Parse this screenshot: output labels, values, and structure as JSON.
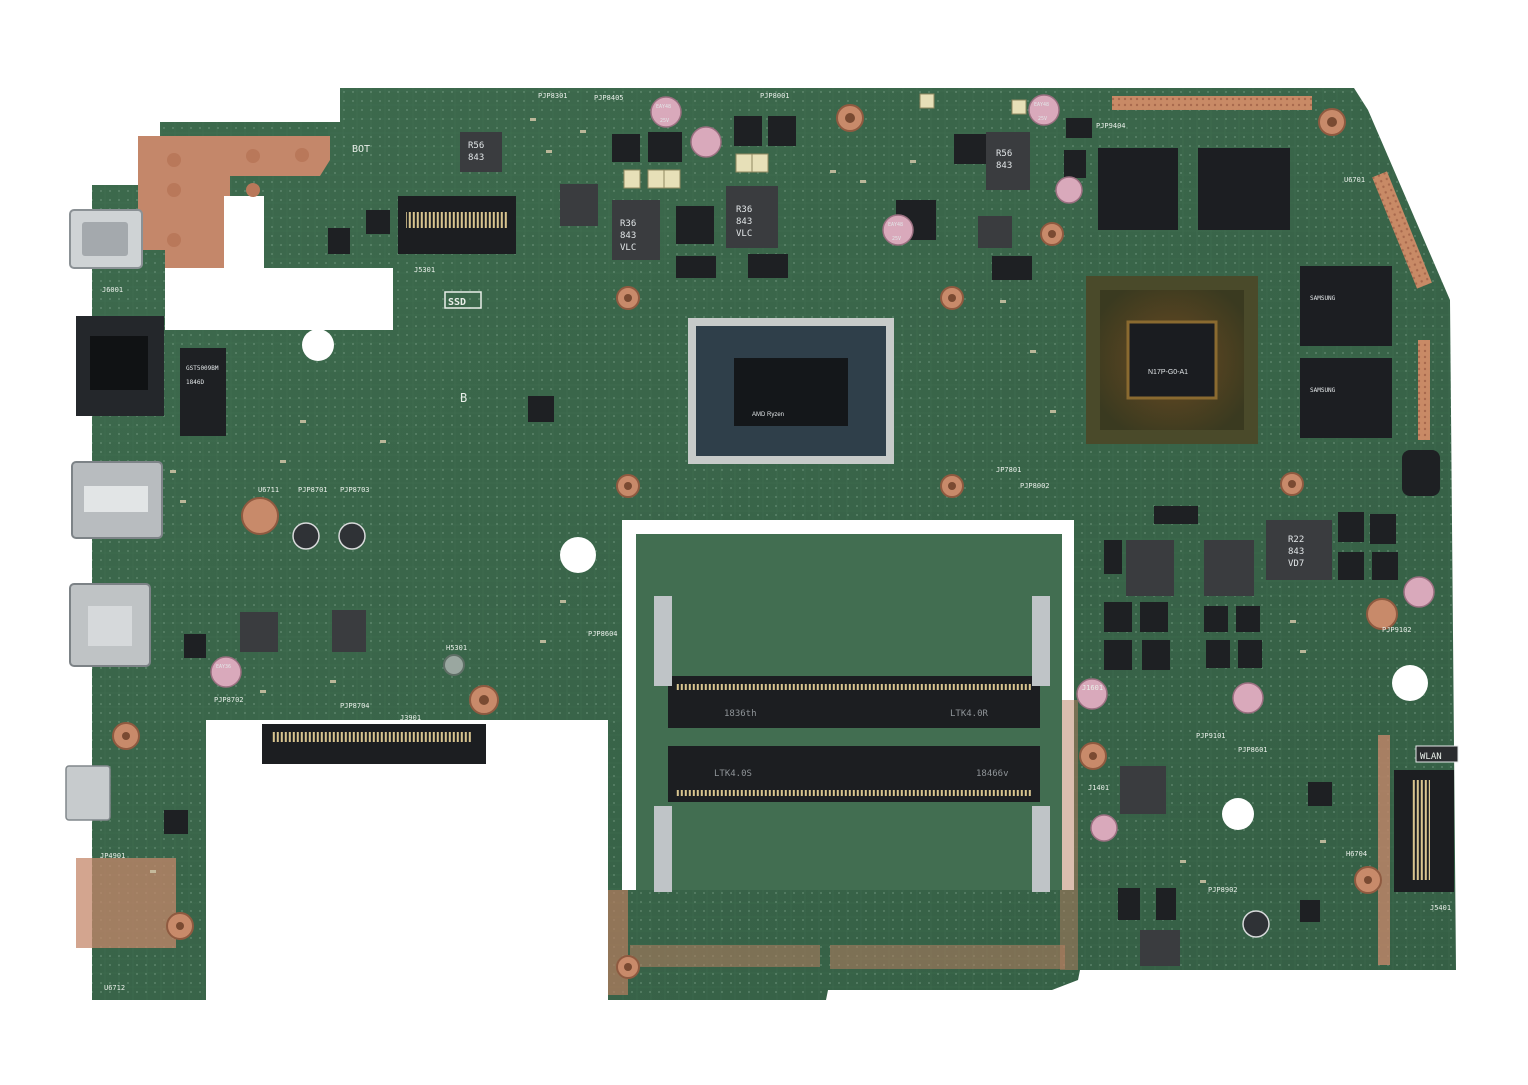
{
  "colors": {
    "pcb": "#3e6a4e",
    "pcb_dark": "#2f5a40",
    "copper": "#c4886a",
    "chip": "#1d2024",
    "background": "#ffffff"
  },
  "board": {
    "labels": {
      "bot": "BOT",
      "ssd": "SSD",
      "wlan": "WLAN",
      "b": "B",
      "gpu_part": "N17P-G0-A1",
      "inductor_r56": "R56",
      "inductor_r36": "R36",
      "inductor_r22": "R22",
      "inductor_code_843": "843",
      "inductor_code_vlc": "VLC",
      "inductor_code_vd7": "VD7",
      "cap_eay48": "EAY48",
      "cap_25v": "25V",
      "cap_eay36": "EAY36",
      "ram_brand": "SAMSUNG",
      "dimm_top_left": "1836th",
      "dimm_top_right": "LTK4.0R",
      "dimm_bot_left": "LTK4.0S",
      "dimm_bot_right": "18466v",
      "lan_chip": "GST5009BM",
      "lan_chip_code": "1846D",
      "cpu_brand": "AMD Ryzen",
      "conn_j6001": "J6001",
      "conn_j5301": "J5301",
      "conn_jp4901": "JP4901",
      "conn_u6712": "U6712",
      "conn_j3901": "J3901",
      "conn_j1601": "J1601",
      "conn_j1401": "J1401",
      "conn_j5401": "J5401",
      "conn_h5301": "H5301",
      "test_pjp8002": "PJP8002",
      "test_pjp9101": "PJP9101",
      "test_pjp9102": "PJP9102",
      "test_pjp8601": "PJP8601",
      "test_pjp8902": "PJP8902",
      "test_pjp8604": "PJP8604",
      "test_pjp8701": "PJP8701",
      "test_pjp8703": "PJP8703",
      "test_pjp8702": "PJP8702",
      "test_pjp8704": "PJP8704",
      "test_pjp9404": "PJP9404",
      "test_pjp8001": "PJP8001",
      "test_pjp8301": "PJP8301",
      "test_pjp8405": "PJP8405",
      "test_u6701": "U6701",
      "test_u6711": "U6711",
      "test_jp7801": "JP7801",
      "test_h6704": "H6704"
    }
  }
}
